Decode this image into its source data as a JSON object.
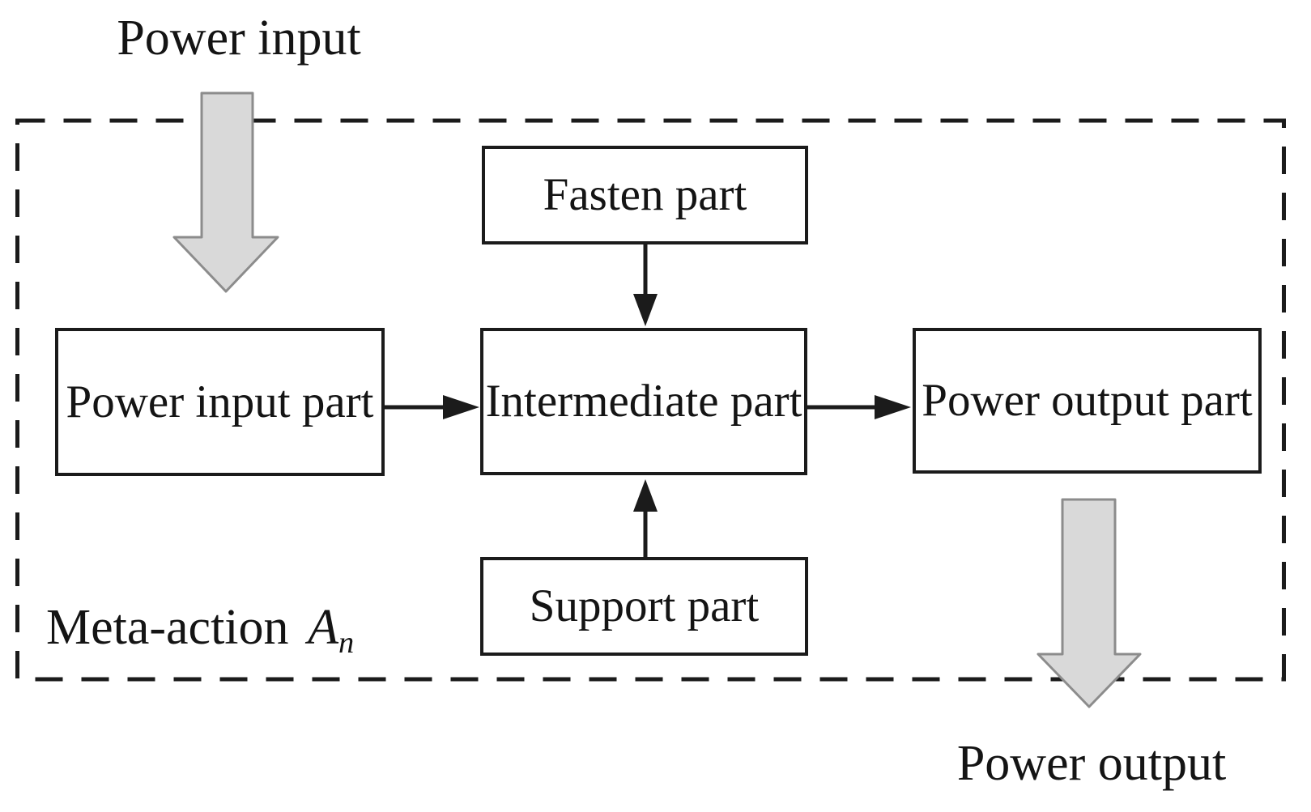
{
  "diagram": {
    "title_context": "Meta-action structure diagram",
    "outer_labels": {
      "power_input": "Power input",
      "power_output": "Power output"
    },
    "container_label": {
      "text": "Meta-action",
      "symbol": "A",
      "subscript": "n"
    },
    "boxes": {
      "fasten": "Fasten part",
      "power_input_part": "Power input part",
      "intermediate": "Intermediate part",
      "power_output_part": "Power output part",
      "support": "Support part"
    },
    "connections": [
      {
        "from": "Power input (external)",
        "to": "Power input part",
        "style": "gray block arrow"
      },
      {
        "from": "Fasten part",
        "to": "Intermediate part",
        "style": "thin arrow"
      },
      {
        "from": "Power input part",
        "to": "Intermediate part",
        "style": "thin arrow"
      },
      {
        "from": "Support part",
        "to": "Intermediate part",
        "style": "thin arrow"
      },
      {
        "from": "Intermediate part",
        "to": "Power output part",
        "style": "thin arrow"
      },
      {
        "from": "Power output part",
        "to": "Power output (external)",
        "style": "gray block arrow"
      }
    ],
    "colors": {
      "line": "#1b1b1b",
      "text": "#141414",
      "block_arrow_fill": "#d9d9d9",
      "block_arrow_stroke": "#8c8c8c",
      "background": "#ffffff"
    }
  }
}
